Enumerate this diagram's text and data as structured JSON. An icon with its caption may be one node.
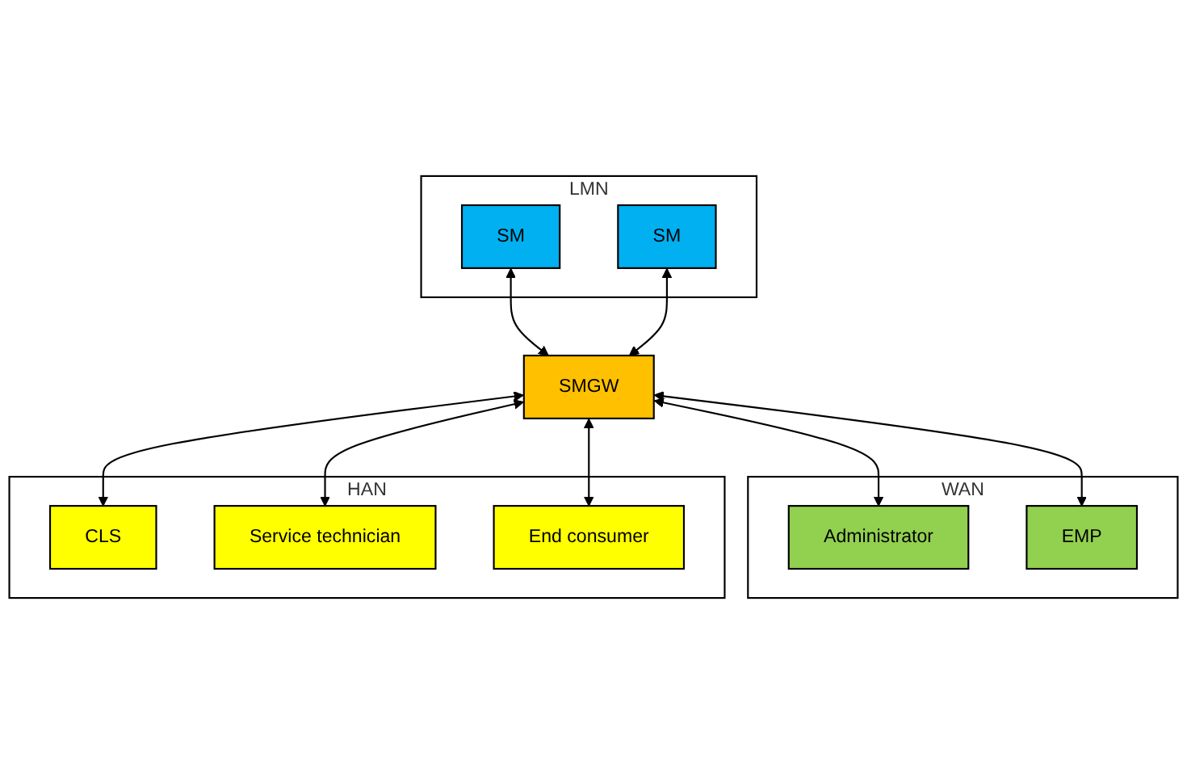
{
  "diagram": {
    "nodes": [
      {
        "text": [
          "LMN"
        ]
      },
      {
        "text": [
          "SM"
        ],
        "in": 0
      },
      {
        "text": [
          "SM"
        ],
        "in": 0
      },
      {
        "text": [
          "WAN"
        ]
      },
      {
        "text": [
          "Administrator"
        ],
        "in": 3
      },
      {
        "text": [
          "EMP"
        ],
        "in": 3
      },
      {
        "text": [
          "SMGW"
        ]
      },
      {
        "text": [
          "HAN"
        ]
      },
      {
        "text": [
          "CLS"
        ],
        "in": 7
      },
      {
        "text": [
          "Service technician"
        ],
        "in": 7
      },
      {
        "text": [
          "End consumer"
        ],
        "in": 7
      }
    ],
    "edges": [
      {
        "from": 1,
        "to": 6,
        "arrow": "both"
      },
      {
        "from": 2,
        "to": 6,
        "arrow": "both"
      },
      {
        "from": 6,
        "to": 4,
        "arrow": "both"
      },
      {
        "from": 6,
        "to": 5,
        "arrow": "both"
      },
      {
        "from": 6,
        "to": 8,
        "arrow": "both"
      },
      {
        "from": 6,
        "to": 9,
        "arrow": "both"
      },
      {
        "from": 6,
        "to": 10,
        "arrow": "both"
      }
    ]
  }
}
